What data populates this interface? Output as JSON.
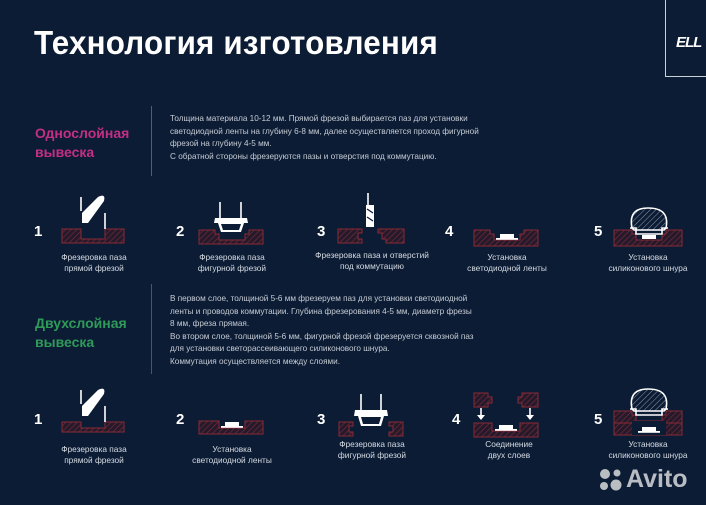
{
  "header": {
    "title": "Технология изготовления",
    "logo_text": "ELL"
  },
  "colors": {
    "background": "#0c1c34",
    "single_layer_accent": "#c42f86",
    "double_layer_accent": "#2f9a5a",
    "material_hatch": "#8a2a35"
  },
  "single_layer": {
    "label_line1": "Однослойная",
    "label_line2": "вывеска",
    "description": [
      "Толщина материала 10-12 мм. Прямой фрезой выбирается паз для установки",
      "светодиодной ленты на глубину 6-8 мм, далее осуществляется проход фигурной",
      "фрезой на глубину 4-5 мм.",
      "С обратной стороны фрезеруются пазы и отверстия под коммутацию."
    ],
    "steps": [
      {
        "num": "1",
        "line1": "Фрезеровка паза",
        "line2": "прямой фрезой",
        "icon": "straight-cutter-icon"
      },
      {
        "num": "2",
        "line1": "Фрезеровка паза",
        "line2": "фигурной фрезой",
        "icon": "shaped-cutter-icon"
      },
      {
        "num": "3",
        "line1": "Фрезеровка паза и отверстий",
        "line2": "под коммутацию",
        "icon": "drill-icon"
      },
      {
        "num": "4",
        "line1": "Установка",
        "line2": "светодиодной ленты",
        "icon": "led-strip-icon"
      },
      {
        "num": "5",
        "line1": "Установка",
        "line2": "силиконового шнура",
        "icon": "silicone-cord-icon"
      }
    ]
  },
  "double_layer": {
    "label_line1": "Двухслойная",
    "label_line2": "вывеска",
    "description": [
      "В первом слое, толщиной 5-6 мм фрезеруем паз для установки светодиодной",
      "ленты и проводов коммутации. Глубина фрезерования 4-5 мм, диаметр фрезы",
      "8 мм, фреза прямая.",
      "Во втором слое, толщиной 5-6 мм, фигурной фрезой фрезеруется сквозной паз",
      "для установки светорассеивающего силиконового шнура.",
      "Коммутация осуществляется между слоями."
    ],
    "steps": [
      {
        "num": "1",
        "line1": "Фрезеровка паза",
        "line2": "прямой фрезой",
        "icon": "straight-cutter-icon"
      },
      {
        "num": "2",
        "line1": "Установка",
        "line2": "светодиодной ленты",
        "icon": "led-strip-icon"
      },
      {
        "num": "3",
        "line1": "Фрезеровка паза",
        "line2": "фигурной фрезой",
        "icon": "shaped-cutter-icon"
      },
      {
        "num": "4",
        "line1": "Соединение",
        "line2": "двух слоев",
        "icon": "join-layers-icon"
      },
      {
        "num": "5",
        "line1": "Установка",
        "line2": "силиконового шнура",
        "icon": "silicone-cord-icon"
      }
    ]
  },
  "watermark": {
    "text": "Avito"
  }
}
